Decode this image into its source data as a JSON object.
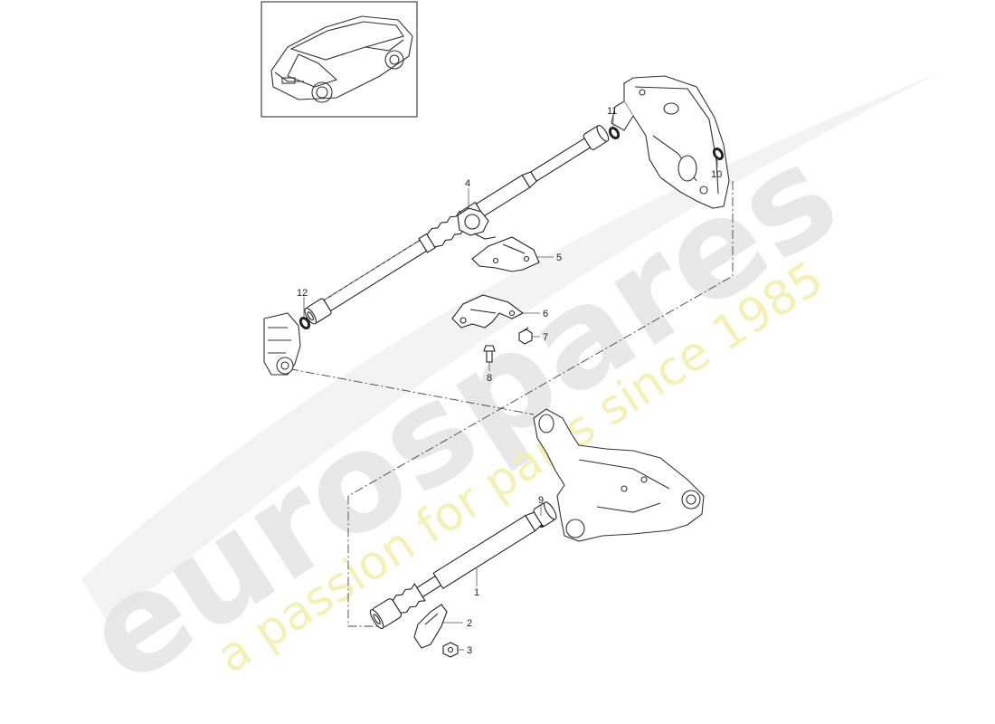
{
  "diagram": {
    "callouts": [
      {
        "id": "1",
        "label": "1"
      },
      {
        "id": "2",
        "label": "2"
      },
      {
        "id": "3",
        "label": "3"
      },
      {
        "id": "4",
        "label": "4"
      },
      {
        "id": "5",
        "label": "5"
      },
      {
        "id": "6",
        "label": "6"
      },
      {
        "id": "7",
        "label": "7"
      },
      {
        "id": "8",
        "label": "8"
      },
      {
        "id": "9",
        "label": "9"
      },
      {
        "id": "10",
        "label": "10"
      },
      {
        "id": "11",
        "label": "11"
      },
      {
        "id": "12",
        "label": "12"
      }
    ]
  },
  "watermark": {
    "brand": "eurospares",
    "tagline": "a passion for parts since 1985",
    "colors": {
      "brand": "#e4e4e4",
      "tagline": "#f1f1b0"
    }
  },
  "colors": {
    "line": "#222222",
    "leader": "#555555"
  }
}
